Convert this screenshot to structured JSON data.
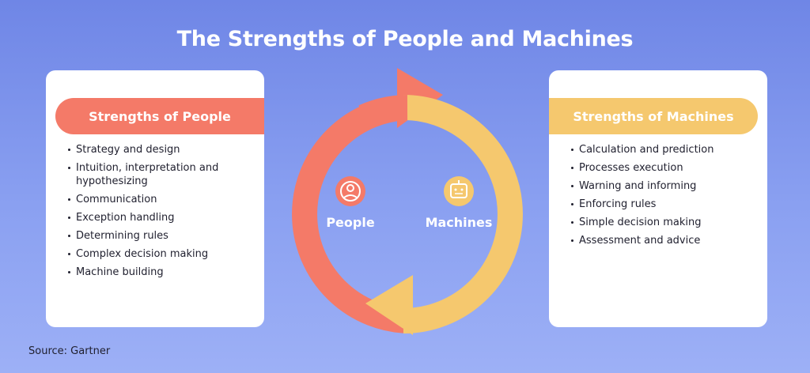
{
  "title": "The Strengths of People and Machines",
  "left_card": {
    "header": "Strengths of People",
    "items": [
      "Strategy and design",
      "Intuition, interpretation and hypothesizing",
      "Communication",
      "Exception handling",
      "Determining rules",
      "Complex decision making",
      "Machine building"
    ]
  },
  "right_card": {
    "header": "Strengths of Machines",
    "items": [
      "Calculation and prediction",
      "Processes execution",
      "Warning and informing",
      "Enforcing rules",
      "Simple decision making",
      "Assessment and advice"
    ]
  },
  "cycle": {
    "people_label": "People",
    "machines_label": "Machines",
    "people_icon": "person-icon",
    "machines_icon": "robot-icon"
  },
  "source": "Source: Gartner",
  "colors": {
    "people": "#f47a68",
    "machines": "#f5c86e",
    "background_top": "#6f86e6",
    "background_bottom": "#9db0f6"
  }
}
